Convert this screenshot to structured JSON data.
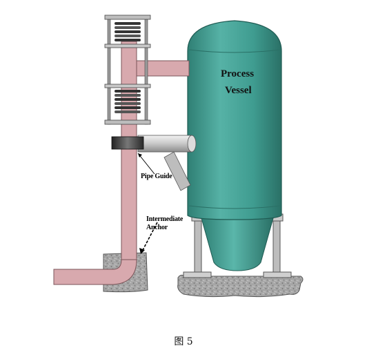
{
  "diagram": {
    "vessel_title_line1": "Process",
    "vessel_title_line2": "Vessel",
    "pipe_guide_label": "Pipe Guide",
    "anchor_label_line1": "Intermediate",
    "anchor_label_line2": "Anchor"
  },
  "caption": "图 5",
  "colors": {
    "vessel": "#3f9c90",
    "pipe": "#d7a7ad",
    "pipe_outline": "#7a5458",
    "steel_frame": "#b9b9b9",
    "concrete": "#9a9a9a"
  }
}
